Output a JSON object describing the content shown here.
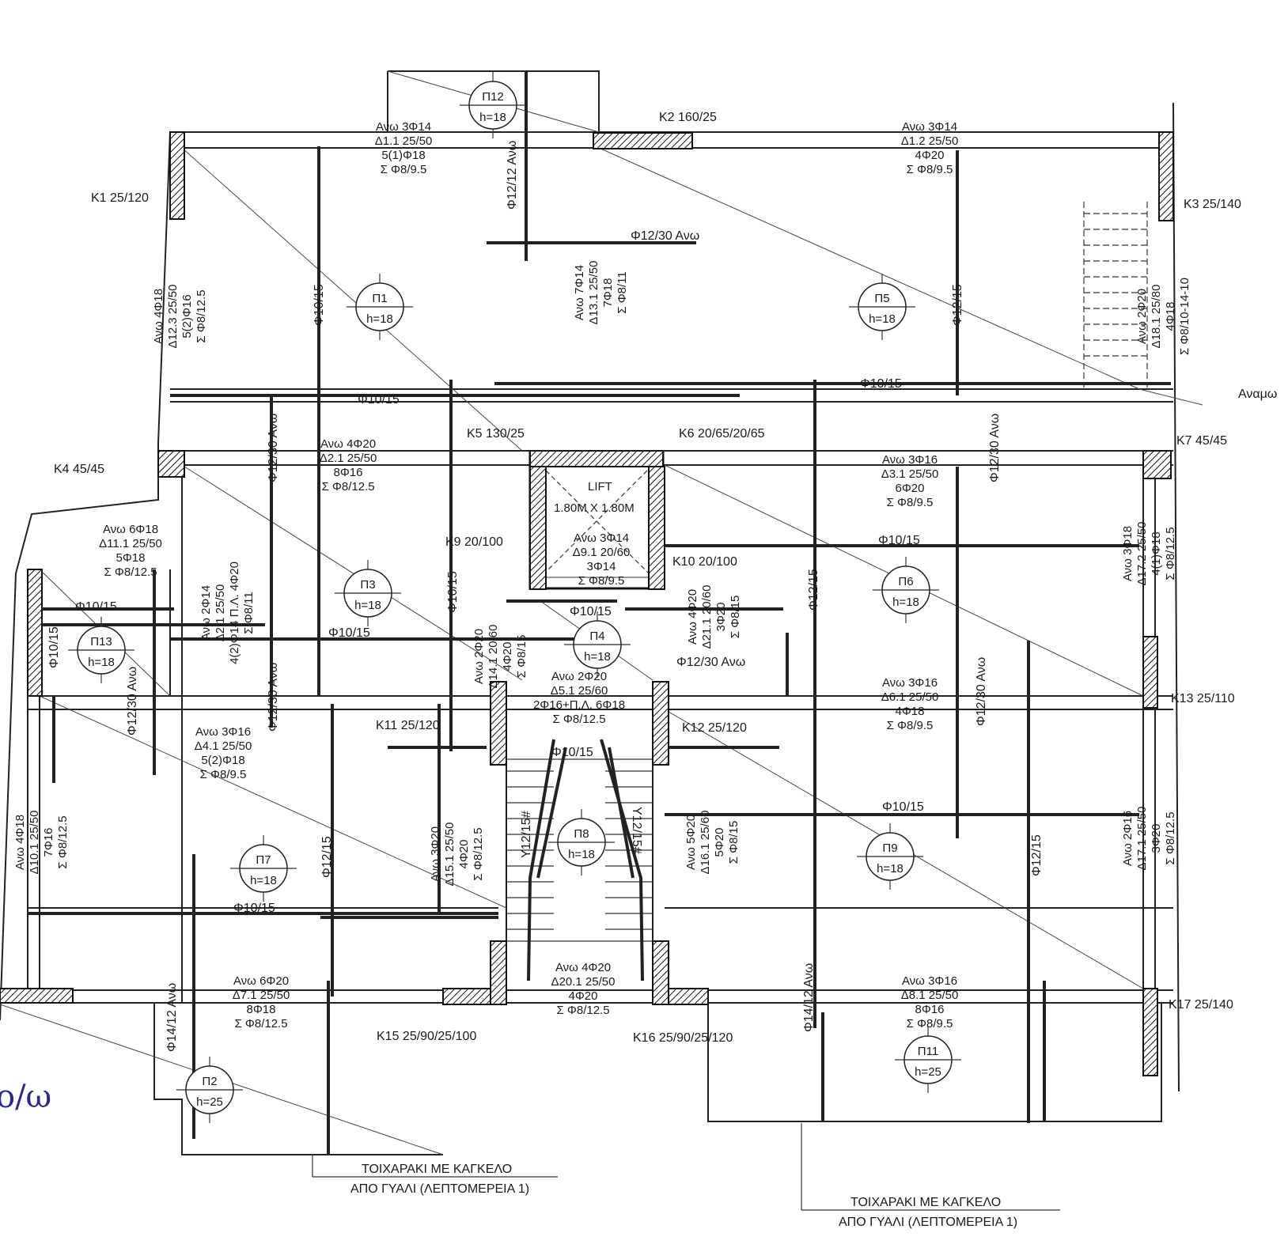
{
  "columns": [
    {
      "id": "K1",
      "label": "K1  25/120"
    },
    {
      "id": "K2",
      "label": "K2  160/25"
    },
    {
      "id": "K3",
      "label": "K3  25/140"
    },
    {
      "id": "K4",
      "label": "K4  45/45"
    },
    {
      "id": "K5",
      "label": "K5  130/25"
    },
    {
      "id": "K6",
      "label": "K6  20/65/20/65"
    },
    {
      "id": "K7",
      "label": "K7  45/45"
    },
    {
      "id": "K9",
      "label": "K9  20/100"
    },
    {
      "id": "K10",
      "label": "K10  20/100"
    },
    {
      "id": "K11",
      "label": "K11  25/120"
    },
    {
      "id": "K12",
      "label": "K12  25/120"
    },
    {
      "id": "K13",
      "label": "K13  25/110"
    },
    {
      "id": "K15",
      "label": "K15  25/90/25/100"
    },
    {
      "id": "K16",
      "label": "K16  25/90/25/120"
    },
    {
      "id": "K17",
      "label": "K17  25/140"
    }
  ],
  "slabs": [
    {
      "id": "P1",
      "name": "Π1",
      "h": "h=18"
    },
    {
      "id": "P2",
      "name": "Π2",
      "h": "h=25"
    },
    {
      "id": "P3",
      "name": "Π3",
      "h": "h=18"
    },
    {
      "id": "P4",
      "name": "Π4",
      "h": "h=18"
    },
    {
      "id": "P5",
      "name": "Π5",
      "h": "h=18"
    },
    {
      "id": "P6",
      "name": "Π6",
      "h": "h=18"
    },
    {
      "id": "P7",
      "name": "Π7",
      "h": "h=18"
    },
    {
      "id": "P8",
      "name": "Π8",
      "h": "h=18"
    },
    {
      "id": "P9",
      "name": "Π9",
      "h": "h=18"
    },
    {
      "id": "P11",
      "name": "Π11",
      "h": "h=25"
    },
    {
      "id": "P12",
      "name": "Π12",
      "h": "h=18"
    },
    {
      "id": "P13",
      "name": "Π13",
      "h": "h=18"
    }
  ],
  "beams": {
    "d1_1": [
      "Ανω 3Φ14",
      "Δ1.1  25/50",
      "5(1)Φ18",
      "Σ Φ8/9.5"
    ],
    "d1_2": [
      "Ανω 3Φ14",
      "Δ1.2  25/50",
      "4Φ20",
      "Σ Φ8/9.5"
    ],
    "d2_1": [
      "Ανω 4Φ20",
      "Δ2.1  25/50",
      "8Φ16",
      "Σ Φ8/12.5"
    ],
    "d3_1": [
      "Ανω 3Φ16",
      "Δ3.1  25/50",
      "6Φ20",
      "Σ Φ8/9.5"
    ],
    "d4_1": [
      "Ανω 3Φ16",
      "Δ4.1  25/50",
      "5(2)Φ18",
      "Σ Φ8/9.5"
    ],
    "d5_1": [
      "Ανω 2Φ20",
      "Δ5.1  25/60",
      "2Φ16+Π.Λ. 6Φ18",
      "Σ Φ8/12.5"
    ],
    "d6_1": [
      "Ανω 3Φ16",
      "Δ6.1  25/50",
      "4Φ18",
      "Σ Φ8/9.5"
    ],
    "d7_1": [
      "Ανω 6Φ20",
      "Δ7.1  25/50",
      "8Φ18",
      "Σ Φ8/12.5"
    ],
    "d8_1": [
      "Ανω 3Φ16",
      "Δ8.1  25/50",
      "8Φ16",
      "Σ Φ8/9.5"
    ],
    "d9_1": [
      "Ανω 3Φ14",
      "Δ9.1  20/60",
      "3Φ14",
      "Σ Φ8/9.5"
    ],
    "d11_1": [
      "Ανω 6Φ18",
      "Δ11.1  25/50",
      "5Φ18",
      "Σ Φ8/12.5"
    ],
    "d20_1": [
      "Ανω 4Φ20",
      "Δ20.1  25/50",
      "4Φ20",
      "Σ Φ8/12.5"
    ],
    "d12_3": [
      "Ανω 4Φ18",
      "Δ12.3  25/50",
      "5(2)Φ16",
      "Σ Φ8/12.5"
    ],
    "d13_1": [
      "Ανω 7Φ14",
      "Δ13.1  25/50",
      "7Φ18",
      "Σ Φ8/11"
    ],
    "d18_1": [
      "Ανω 2Φ20",
      "Δ18.1  25/80",
      "4Φ18",
      "Σ Φ8/10-14-10"
    ],
    "d2_x": [
      "Ανω 2Φ14",
      "Δ2.1  25/50",
      "4(2)Φ14 Π.Λ. 4Φ20",
      "Σ Φ8/11"
    ],
    "d14_1": [
      "Ανω 2Φ20",
      "Δ14.1  20/60",
      "4Φ20",
      "Σ Φ8/15"
    ],
    "d21_1": [
      "Ανω 4Φ20",
      "Δ21.1  20/60",
      "3Φ20",
      "Σ Φ8/15"
    ],
    "d17_2": [
      "Ανω 3Φ18",
      "Δ17.2  25/50",
      "4(1)Φ18",
      "Σ Φ8/12.5"
    ],
    "d10_1": [
      "Ανω 4Φ18",
      "Δ10.1  25/50",
      "7Φ16",
      "Σ Φ8/12.5"
    ],
    "d15_1": [
      "Ανω 3Φ20",
      "Δ15.1  25/50",
      "4Φ20",
      "Σ Φ8/12.5"
    ],
    "d16_1": [
      "Ανω 5Φ20",
      "Δ16.1  25/60",
      "5Φ20",
      "Σ Φ8/15"
    ],
    "d17_1": [
      "Ανω 2Φ16",
      "Δ17.1  25/50",
      "3Φ20",
      "Σ Φ8/12.5"
    ]
  },
  "rebar_labels": {
    "f10_15": "Φ10/15",
    "f12_15": "Φ12/15",
    "f12_30_up": "Φ12/30 Ανω",
    "f12_12_up": "Φ12/12 Ανω",
    "f14_12_up": "Φ14/12 Ανω",
    "y12_15": "Y12/15#"
  },
  "lift": {
    "title": "LIFT",
    "size": "1.80M X 1.80M"
  },
  "notes": {
    "railing_line1": "ΤΟΙΧΑΡΑΚΙ ΜΕ ΚΑΓΚΕΛΟ",
    "railing_line2": "ΑΠΟ ΓΥΑΛΙ (ΛΕΠΤΟΜΕΡΕΙΑ 1)",
    "anamon": "Αναμω",
    "handwriting": "o/ω"
  }
}
